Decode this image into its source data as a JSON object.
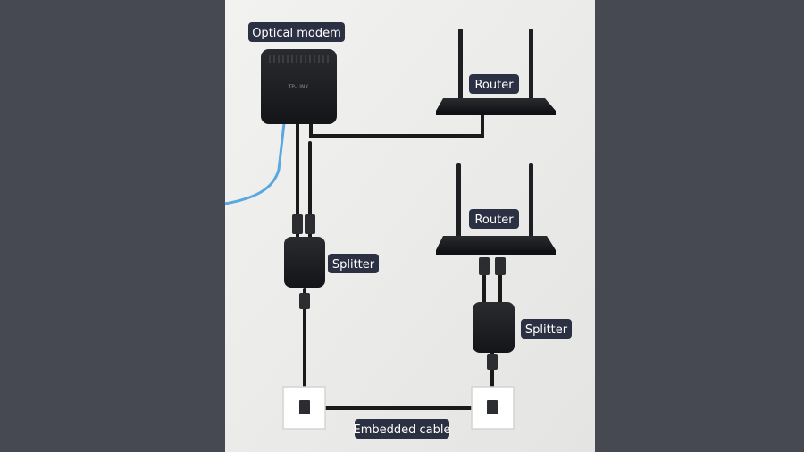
{
  "labels": {
    "optical_modem": "Optical modem",
    "router_top": "Router",
    "router_bottom": "Router",
    "splitter_left": "Splitter",
    "splitter_right": "Splitter",
    "embedded_cable": "Embedded cable"
  },
  "brand_text": "TP-LINK",
  "colors": {
    "background_side": "#464952",
    "wall": "#ececea",
    "label_bg": "#2b3142",
    "device": "#1e1f22",
    "cable": "#1a1a1a",
    "fiber": "#5aa8e0"
  }
}
